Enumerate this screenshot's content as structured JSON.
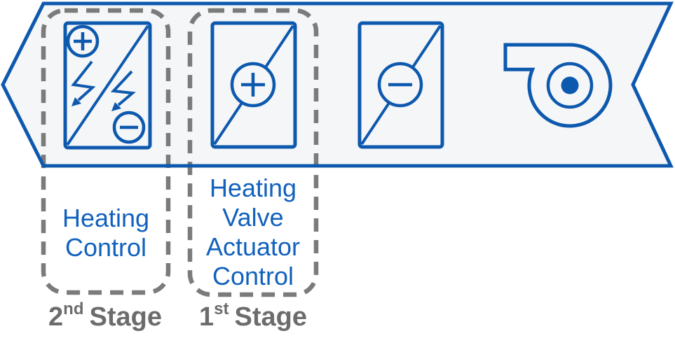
{
  "banner": {
    "components": [
      {
        "name": "electric-heating-coil"
      },
      {
        "name": "heating-coil"
      },
      {
        "name": "cooling-coil"
      },
      {
        "name": "supply-fan"
      }
    ]
  },
  "annotations": {
    "heating_control": {
      "label": "Heating Control",
      "stage_number": "2",
      "stage_ordinal": "nd",
      "stage_word": "Stage"
    },
    "valve_actuator_control": {
      "label": "Heating Valve Actuator Control",
      "stage_number": "1",
      "stage_ordinal": "st",
      "stage_word": "Stage"
    }
  },
  "colors": {
    "line_blue": "#0d59ae",
    "text_blue": "#1161bd",
    "dash_gray": "#7b7b7b",
    "stage_gray": "#6c6c6c",
    "duct_fill": "#f5f6f8"
  }
}
